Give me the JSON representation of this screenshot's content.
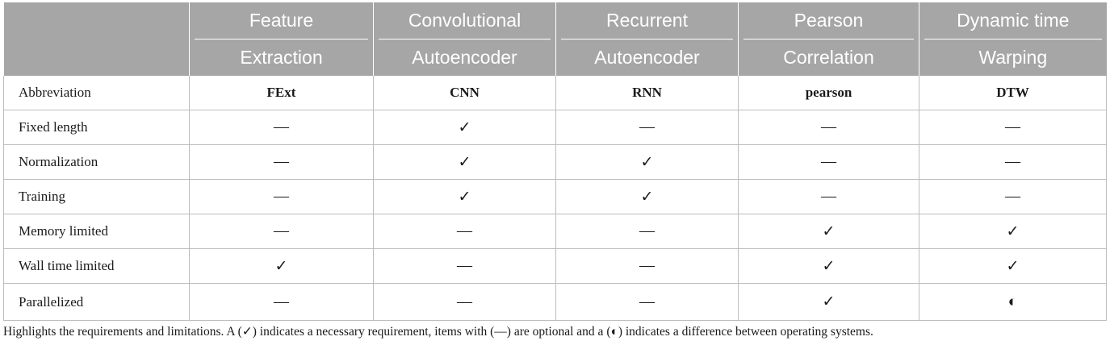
{
  "table": {
    "columns": [
      {
        "line1": "",
        "line2": ""
      },
      {
        "line1": "Feature",
        "line2": "Extraction"
      },
      {
        "line1": "Convolutional",
        "line2": "Autoencoder"
      },
      {
        "line1": "Recurrent",
        "line2": "Autoencoder"
      },
      {
        "line1": "Pearson",
        "line2": "Correlation"
      },
      {
        "line1": "Dynamic time",
        "line2": "Warping"
      }
    ],
    "rows": [
      {
        "label": "Abbreviation",
        "cells": [
          "FExt",
          "CNN",
          "RNN",
          "pearson",
          "DTW"
        ]
      },
      {
        "label": "Fixed length",
        "cells": [
          "—",
          "✓",
          "—",
          "—",
          "—"
        ]
      },
      {
        "label": "Normalization",
        "cells": [
          "—",
          "✓",
          "✓",
          "—",
          "—"
        ]
      },
      {
        "label": "Training",
        "cells": [
          "—",
          "✓",
          "✓",
          "—",
          "—"
        ]
      },
      {
        "label": "Memory limited",
        "cells": [
          "—",
          "—",
          "—",
          "✓",
          "✓"
        ]
      },
      {
        "label": "Wall time limited",
        "cells": [
          "✓",
          "—",
          "—",
          "✓",
          "✓"
        ]
      },
      {
        "label": "Parallelized",
        "cells": [
          "—",
          "—",
          "—",
          "✓",
          "◐"
        ]
      }
    ]
  },
  "caption": "Highlights the requirements and limitations. A (✓) indicates a necessary requirement, items with (—) are optional and a (◐) indicates a difference between operating systems."
}
